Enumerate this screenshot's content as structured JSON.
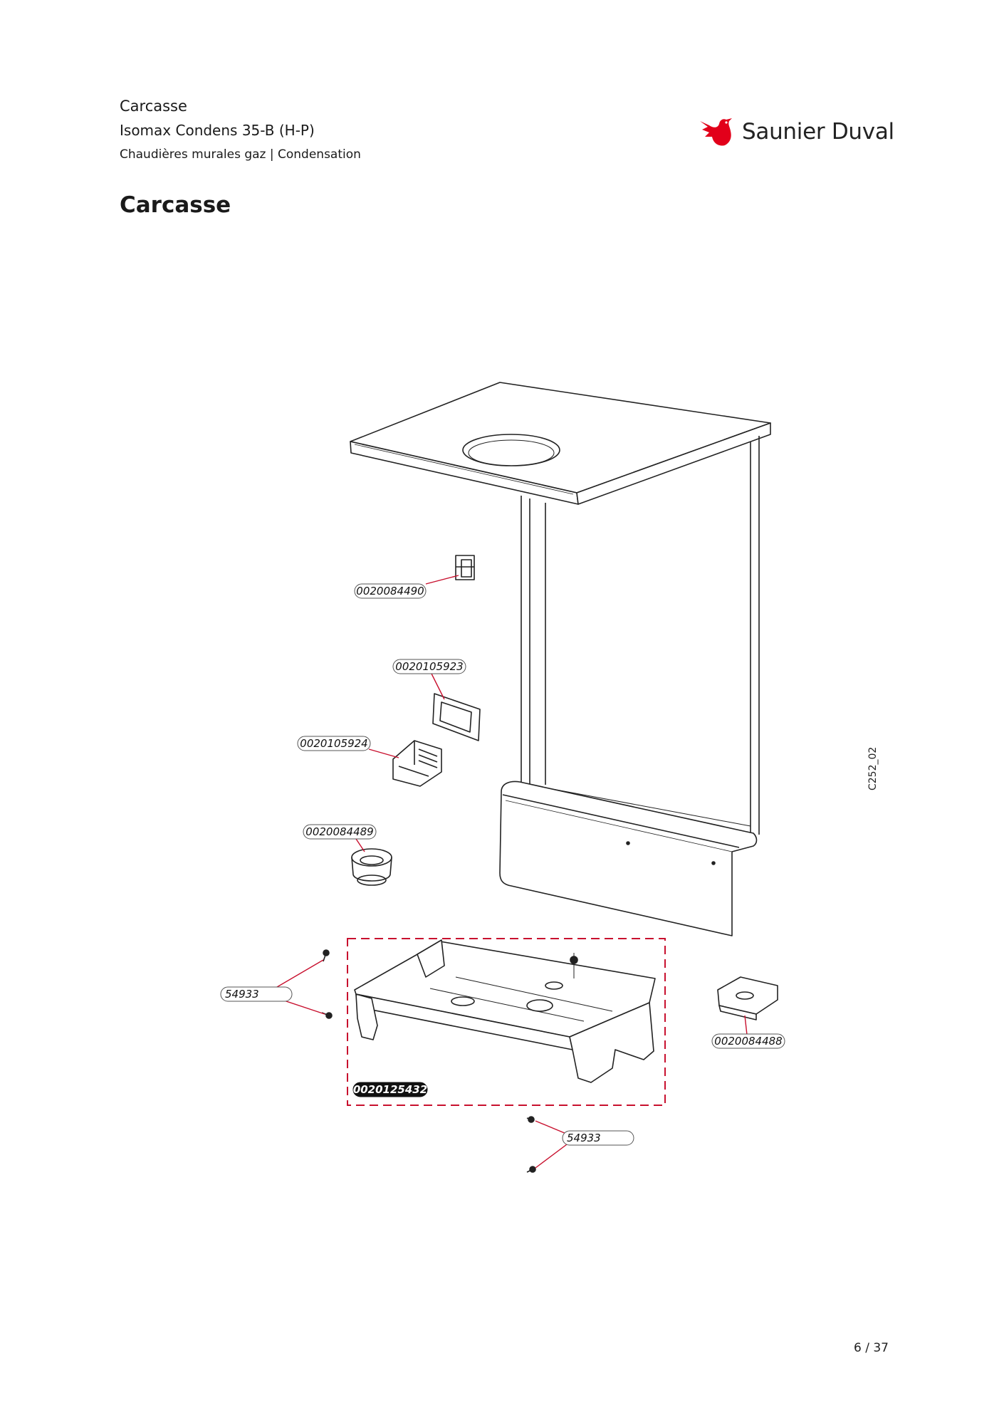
{
  "header": {
    "section": "Carcasse",
    "model": "Isomax Condens 35-B (H-P)",
    "category": "Chaudières murales gaz | Condensation"
  },
  "page_title": "Carcasse",
  "brand": {
    "name": "Saunier Duval",
    "logo_icon": "bird-icon",
    "accent_color": "#e2001a"
  },
  "diagram": {
    "code": "C252_02",
    "parts": [
      {
        "ref": "0020084490"
      },
      {
        "ref": "0020105923"
      },
      {
        "ref": "0020105924"
      },
      {
        "ref": "0020084489"
      },
      {
        "ref": "54933"
      },
      {
        "ref": "0020125432",
        "highlighted": true
      },
      {
        "ref": "0020084488"
      },
      {
        "ref": "54933"
      }
    ]
  },
  "footer": {
    "page": "6 / 37"
  }
}
